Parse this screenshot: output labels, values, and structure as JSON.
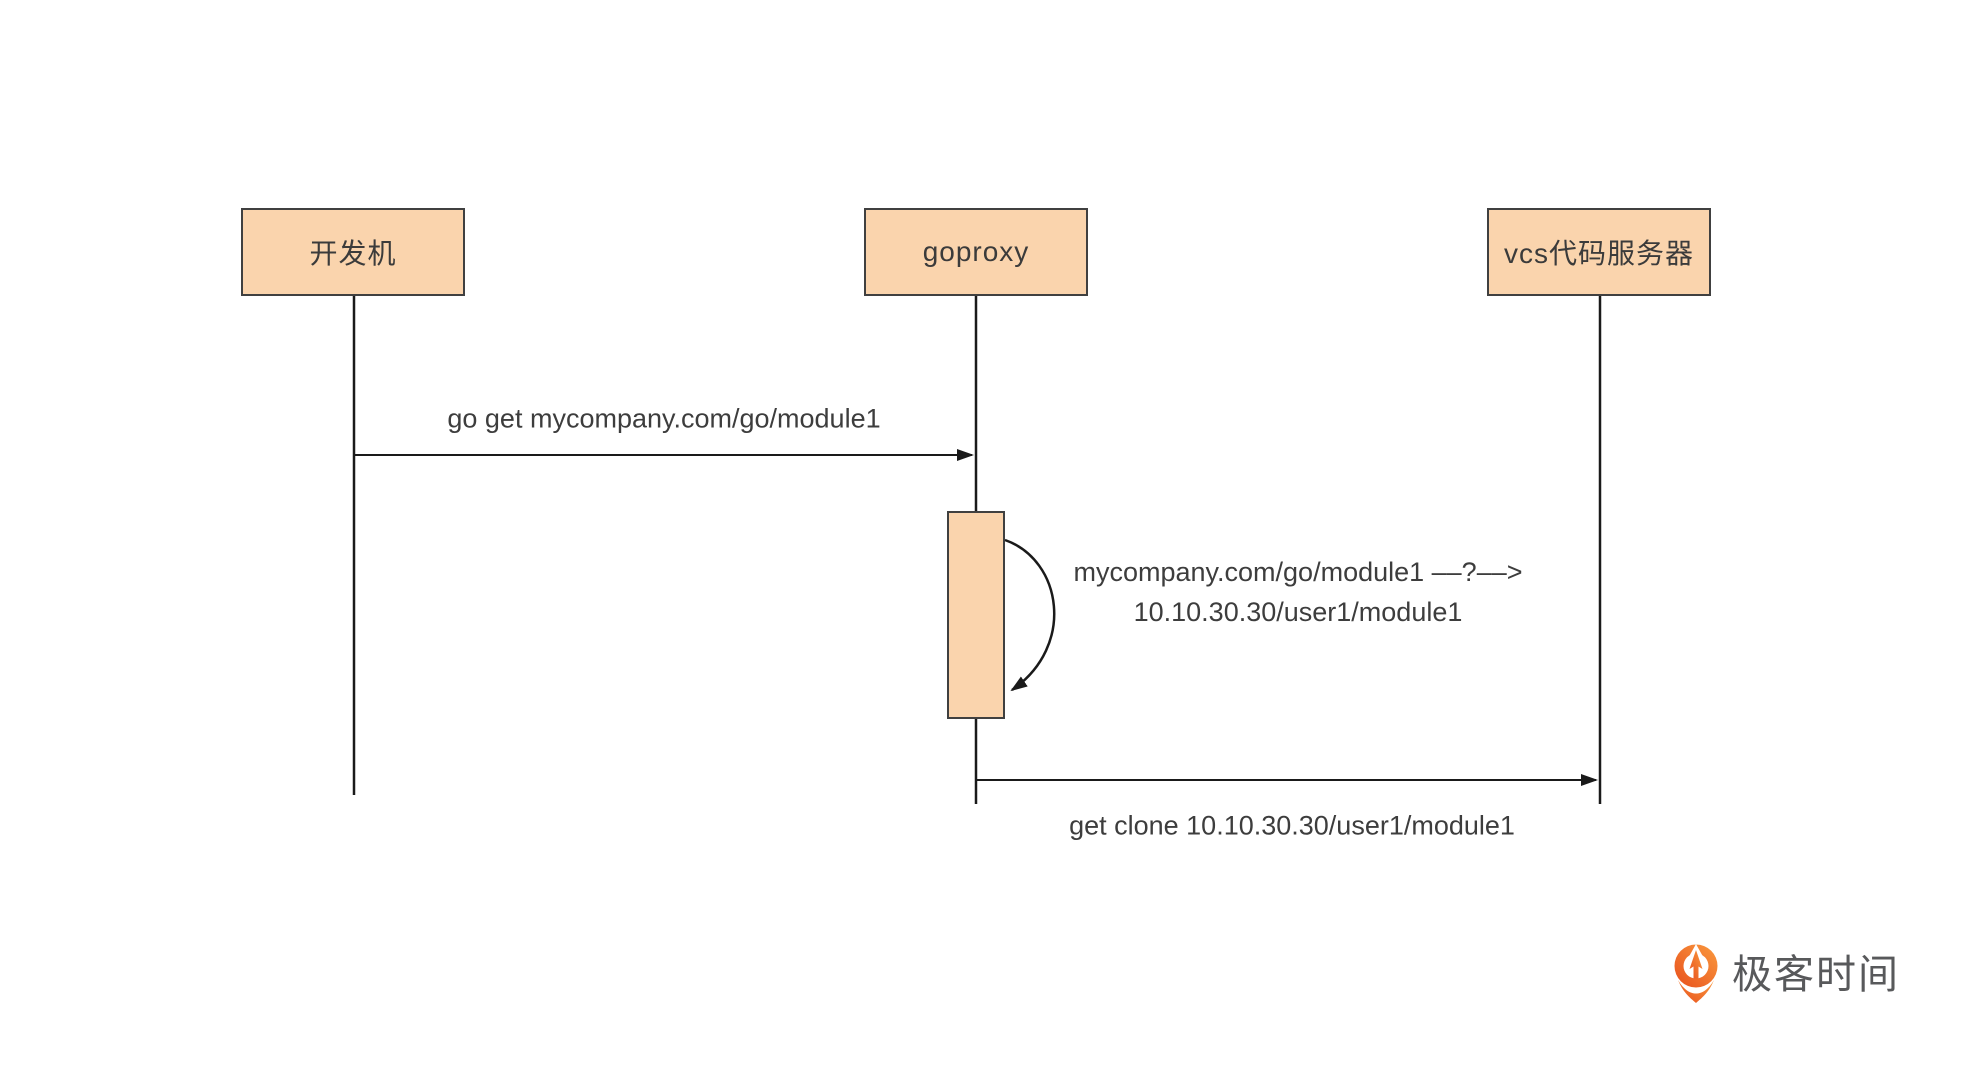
{
  "diagram": {
    "type": "sequence",
    "participants": [
      {
        "id": "dev",
        "label": "开发机"
      },
      {
        "id": "goproxy",
        "label": "goproxy"
      },
      {
        "id": "vcs",
        "label": "vcs代码服务器"
      }
    ],
    "messages": [
      {
        "from": "dev",
        "to": "goproxy",
        "kind": "arrow",
        "label": "go get mycompany.com/go/module1"
      },
      {
        "from": "goproxy",
        "to": "goproxy",
        "kind": "self",
        "label_line1": "mycompany.com/go/module1 ––?––>",
        "label_line2": "10.10.30.30/user1/module1"
      },
      {
        "from": "goproxy",
        "to": "vcs",
        "kind": "arrow",
        "label": "get clone 10.10.30.30/user1/module1"
      }
    ],
    "colors": {
      "participant_fill": "#FAD4AD",
      "participant_border": "#404040",
      "line": "#1A1A1A",
      "text": "#3D3D3D",
      "background": "#FFFFFF"
    }
  },
  "branding": {
    "logo_text": "极客时间",
    "logo_text_color": "#58595B",
    "logo_orange_dark": "#E8501D",
    "logo_orange_light": "#FA9A3E"
  }
}
